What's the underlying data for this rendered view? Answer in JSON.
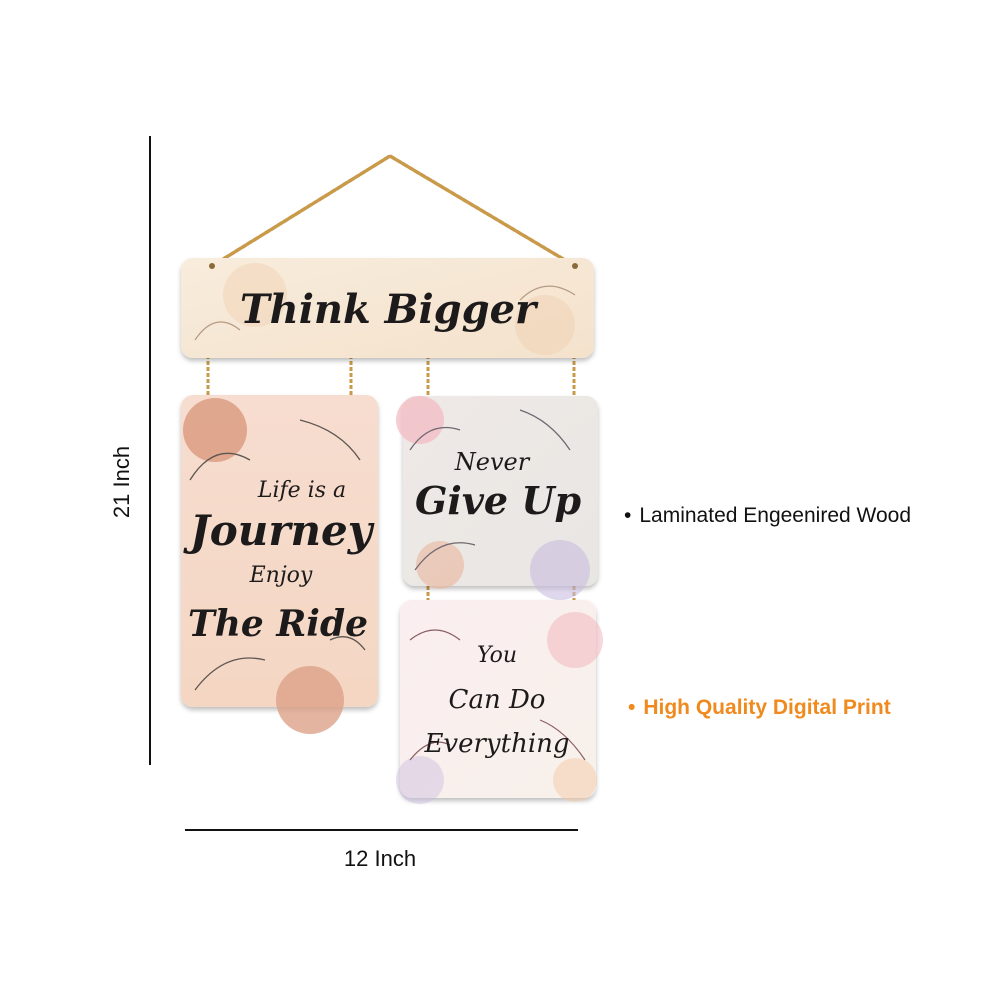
{
  "dimensions": {
    "height": "21 Inch",
    "width": "12 Inch"
  },
  "boards": {
    "top": {
      "text": "Think Bigger"
    },
    "left": {
      "lines": [
        "Life is a",
        "Journey",
        "Enjoy",
        "The Ride"
      ]
    },
    "middle": {
      "lines": [
        "Never",
        "Give Up"
      ]
    },
    "bottom": {
      "lines": [
        "You",
        "Can Do",
        "Everything"
      ]
    }
  },
  "features": [
    {
      "bullet": "•",
      "text": "Laminated Engeenired Wood",
      "color": "#111111"
    },
    {
      "bullet": "•",
      "text": "High Quality Digital Print",
      "color": "#f08a1e"
    }
  ],
  "colors": {
    "rope": "#c89a4a",
    "board_top": "#f7ead7",
    "board_left": "#f6d9c6",
    "board_middle": "#ecebe8",
    "board_bottom": "#f8efee",
    "accent_peach": "#e9b59c",
    "accent_pink": "#f2b8c0",
    "accent_lavender": "#c9bde0"
  }
}
